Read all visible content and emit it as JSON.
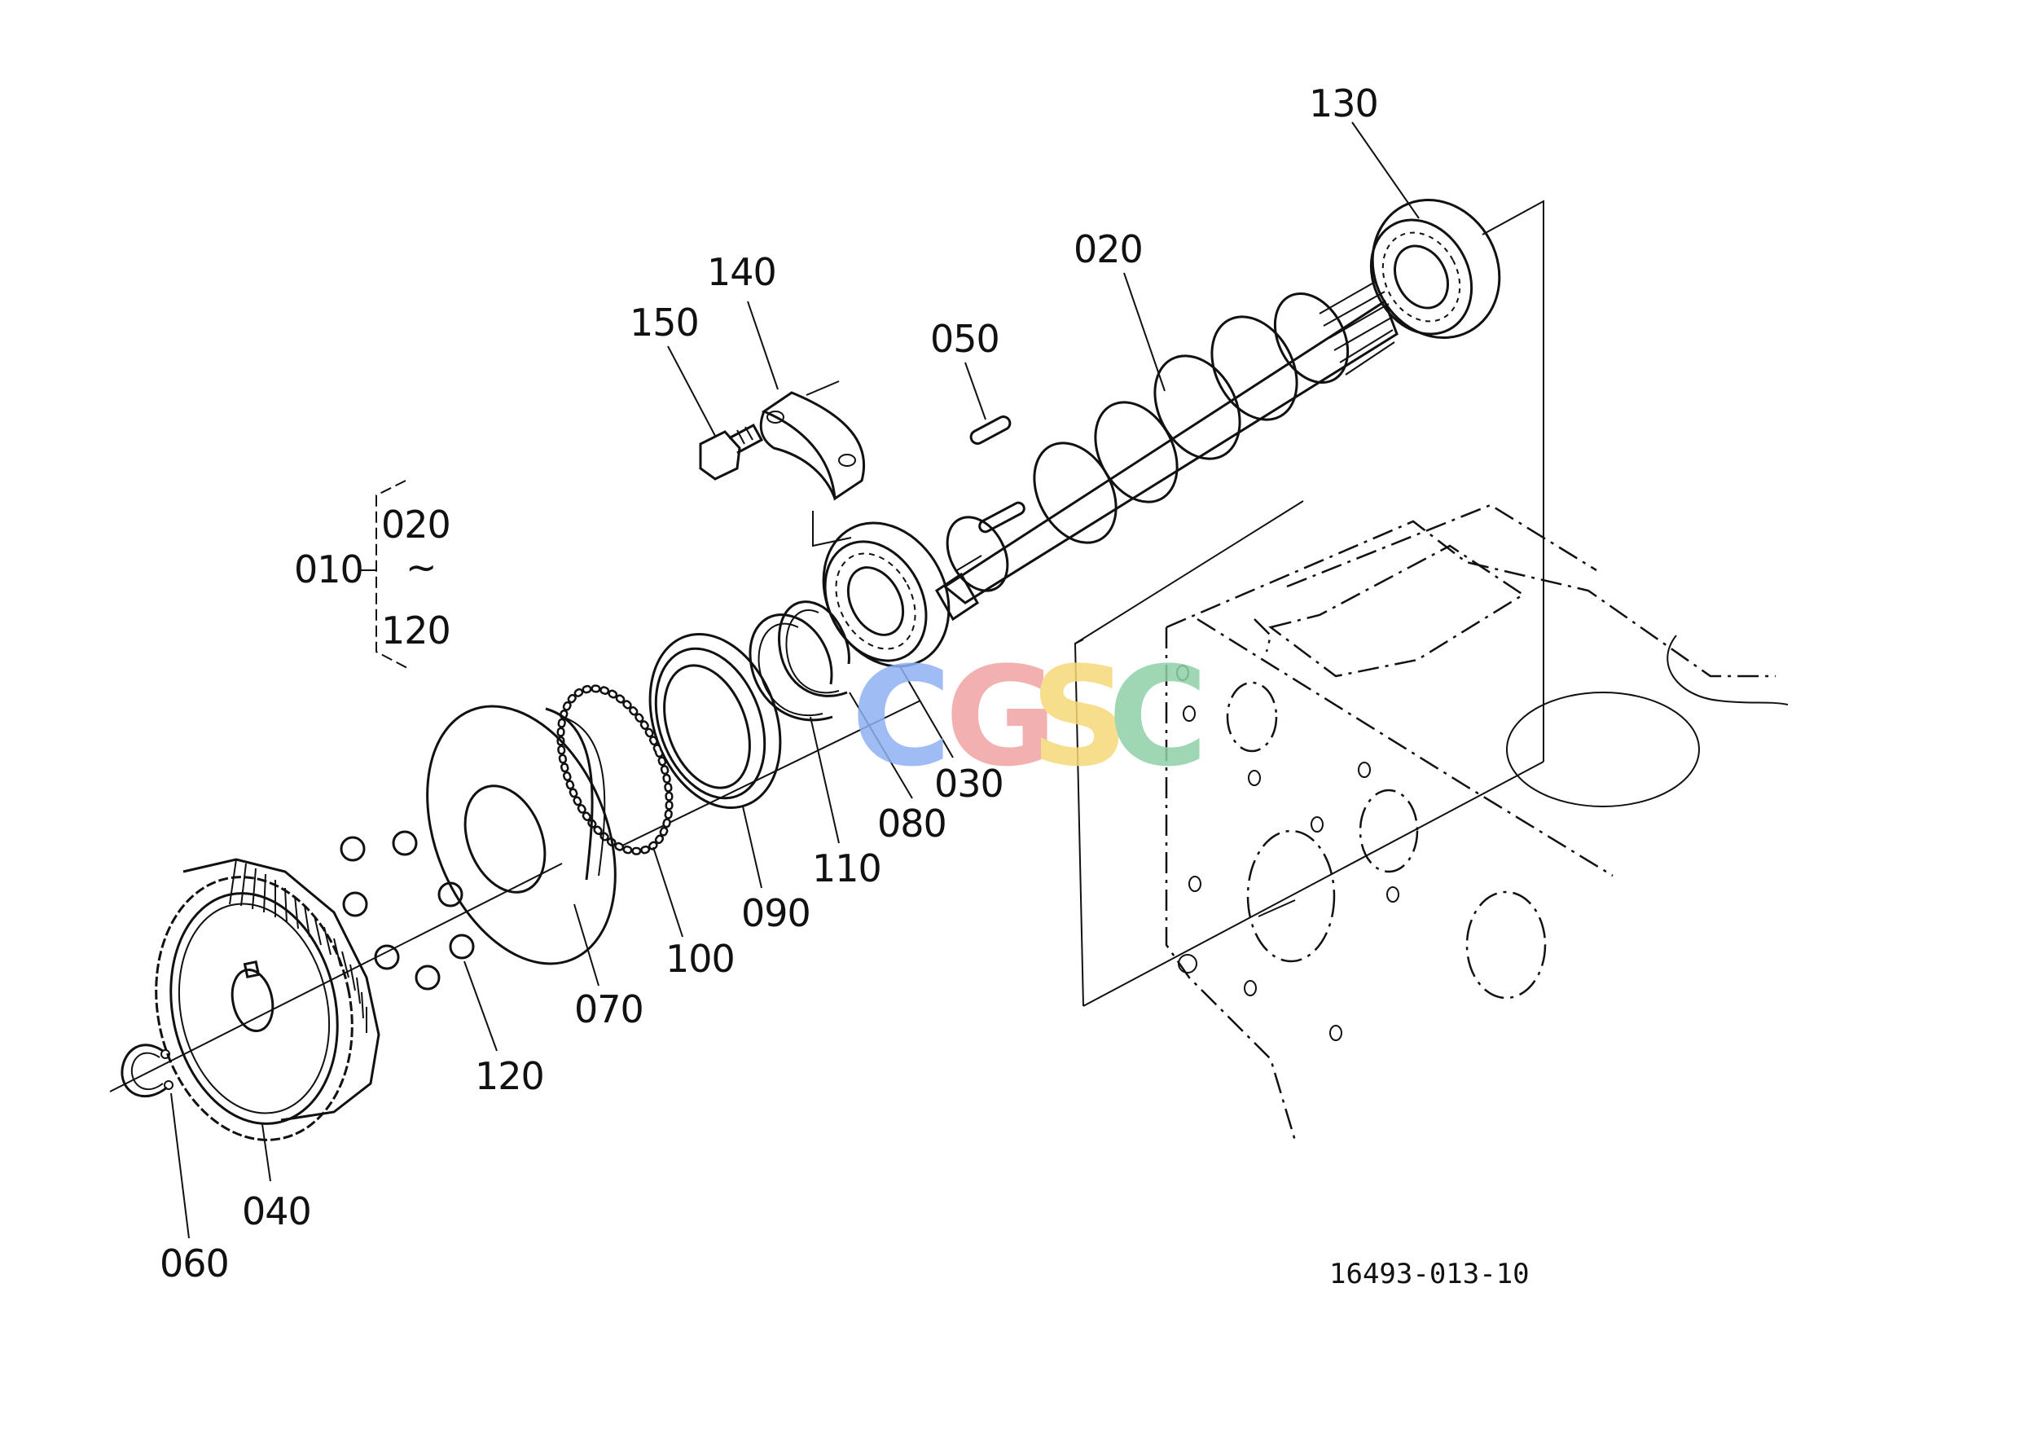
{
  "watermark": {
    "letters": [
      "C",
      "G",
      "S",
      "C"
    ],
    "colors": [
      "#8fb2f3",
      "#f1a3a3",
      "#f5d97a",
      "#8fd1a9"
    ]
  },
  "group": {
    "parent": "010",
    "from": "020",
    "tilde": "~",
    "to": "120"
  },
  "callouts": {
    "p130": "130",
    "p020": "020",
    "p140": "140",
    "p150": "150",
    "p050": "050",
    "p030": "030",
    "p080": "080",
    "p110": "110",
    "p090": "090",
    "p100": "100",
    "p070": "070",
    "p120": "120",
    "p040": "040",
    "p060": "060"
  },
  "drawing_number": "16493-013-10"
}
